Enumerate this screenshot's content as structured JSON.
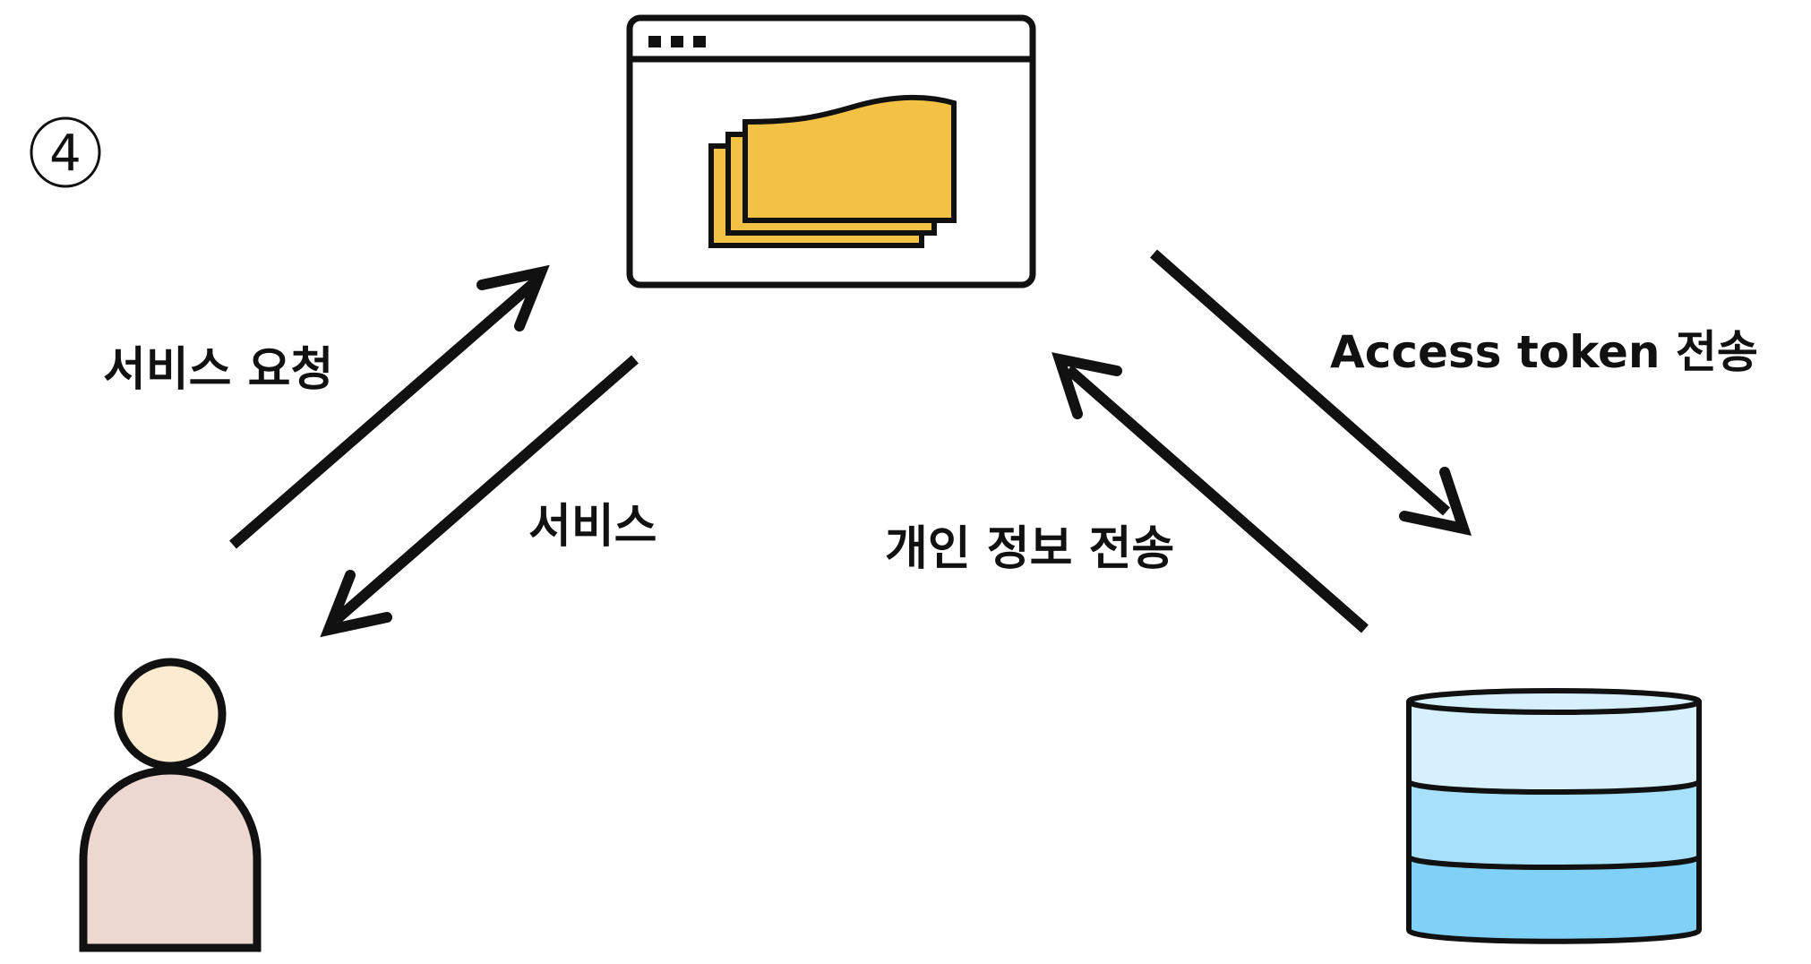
{
  "step": {
    "number": "4"
  },
  "labels": {
    "service_request": "서비스 요청",
    "service": "서비스",
    "access_token_send": "Access token 전송",
    "personal_info_send": "개인 정보 전송"
  },
  "colors": {
    "stroke": "#111111",
    "document_fill": "#f3c244",
    "user_head": "#fbebd0",
    "user_body": "#ecd8d0",
    "db_top": "#d6f1fb",
    "db_middle": "#a7e0fb",
    "db_bottom": "#7fd1f8"
  },
  "icons": {
    "browser": "browser-window-icon",
    "documents": "document-stack-icon",
    "user": "user-icon",
    "database": "database-icon"
  }
}
